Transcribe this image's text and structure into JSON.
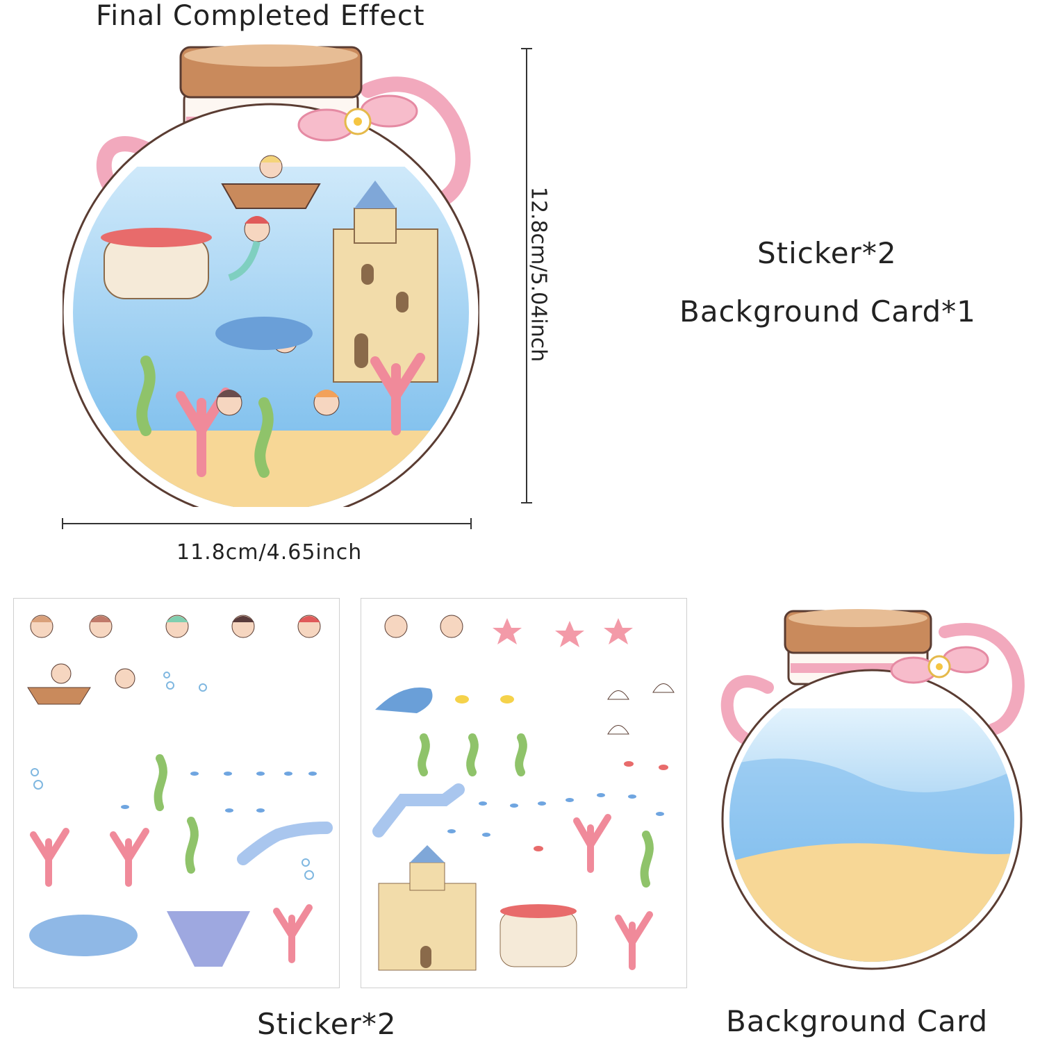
{
  "header": {
    "title": "Final Completed Effect"
  },
  "dimensions": {
    "height_label": "12.8cm/5.04inch",
    "width_label": "11.8cm/4.65inch"
  },
  "contents": {
    "sticker_count": "Sticker*2",
    "background_count": "Background Card*1"
  },
  "captions": {
    "stickers": "Sticker*2",
    "background": "Background Card"
  },
  "colors": {
    "cork": "#c98a5c",
    "ribbon": "#f2a9bd",
    "water": "#7fc4ee",
    "sand": "#f7d796",
    "coral": "#f08a9a",
    "seaweed": "#8fc36a",
    "outline": "#5a3c32"
  }
}
